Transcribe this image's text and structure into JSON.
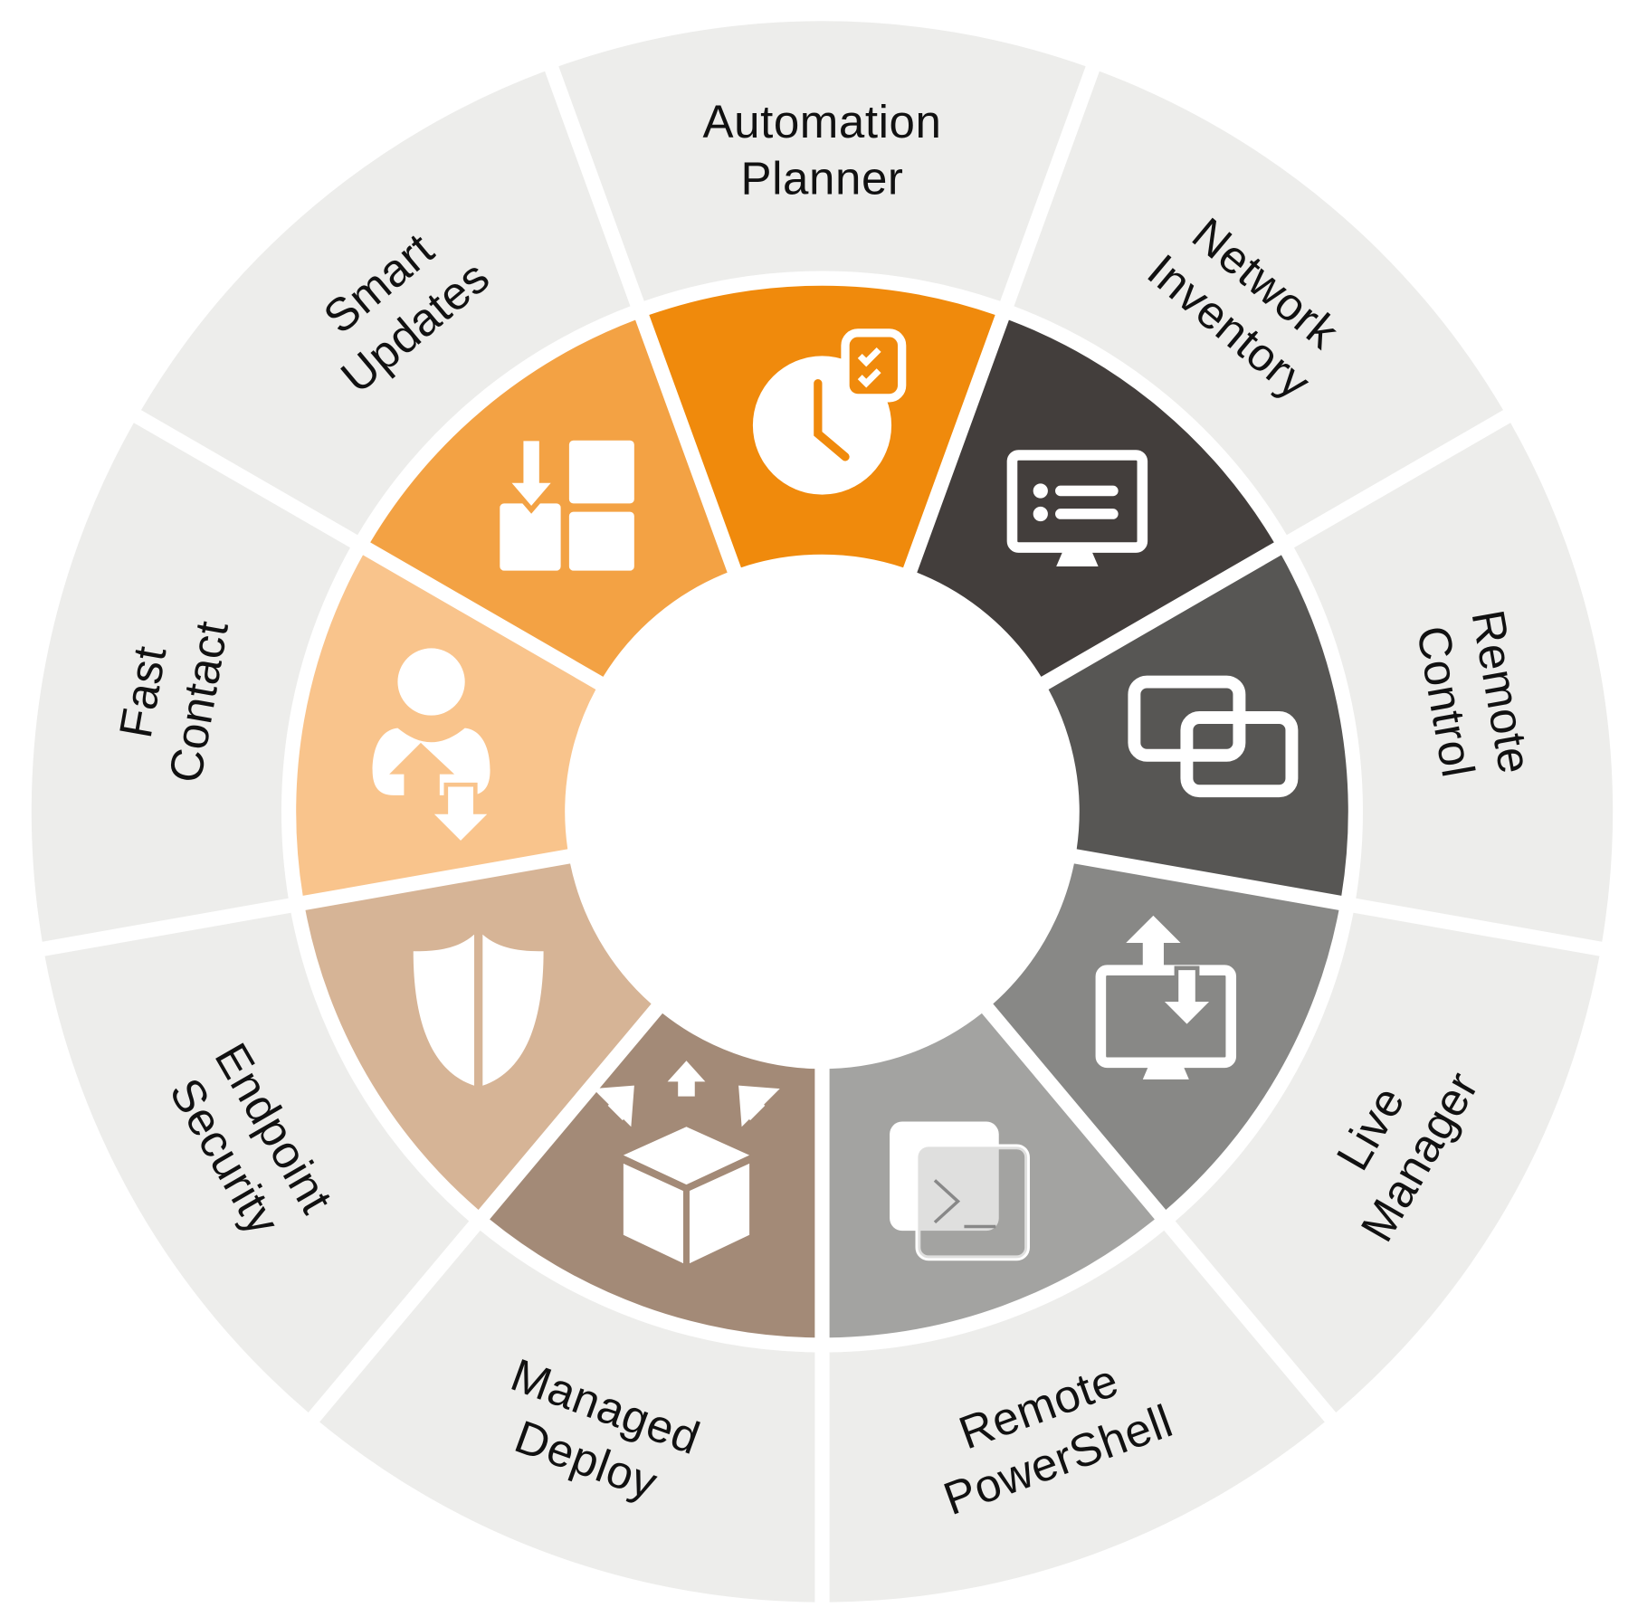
{
  "diagram": {
    "type": "radial-wheel",
    "ring_color": "#EDEDEB",
    "segments": [
      {
        "label_lines": [
          "Automation",
          "Planner"
        ],
        "color": "#F08A0C",
        "icon": "clock-checklist-icon"
      },
      {
        "label_lines": [
          "Network",
          "Inventory"
        ],
        "color": "#433E3C",
        "icon": "monitor-list-icon"
      },
      {
        "label_lines": [
          "Remote",
          "Control"
        ],
        "color": "#575654",
        "icon": "overlapping-windows-icon"
      },
      {
        "label_lines": [
          "Live",
          "Manager"
        ],
        "color": "#888886",
        "icon": "monitor-transfer-icon"
      },
      {
        "label_lines": [
          "Remote",
          "PowerShell"
        ],
        "color": "#A3A3A1",
        "icon": "terminal-icon"
      },
      {
        "label_lines": [
          "Managed",
          "Deploy"
        ],
        "color": "#A38A77",
        "icon": "box-deploy-icon"
      },
      {
        "label_lines": [
          "Endpoint",
          "Security"
        ],
        "color": "#D6B496",
        "icon": "shield-icon"
      },
      {
        "label_lines": [
          "Fast",
          "Contact"
        ],
        "color": "#F9C48C",
        "icon": "user-transfer-icon"
      },
      {
        "label_lines": [
          "Smart",
          "Updates"
        ],
        "color": "#F3A244",
        "icon": "windows-update-icon"
      }
    ]
  }
}
